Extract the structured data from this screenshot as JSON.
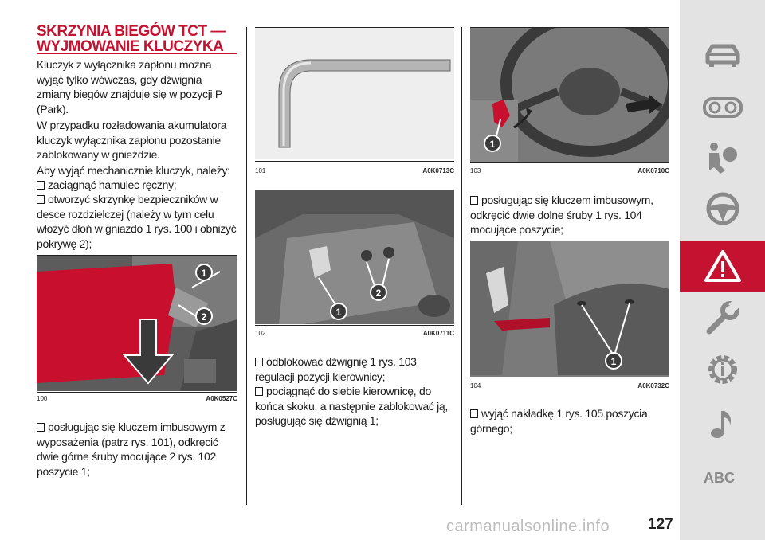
{
  "title": {
    "line1": "SKRZYNIA BIEGÓW TCT —",
    "line2": "WYJMOWANIE KLUCZYKA"
  },
  "col1": {
    "p1": "Kluczyk z wyłącznika zapłonu można wyjąć tylko wówczas, gdy dźwignia zmiany biegów znajduje się w pozycji P (Park).",
    "p2": "W przypadku rozładowania akumulatora kluczyk wyłącznika zapłonu pozostanie zablokowany w gnieździe.",
    "p3": "Aby wyjąć mechanicznie kluczyk, należy:",
    "b1": "zaciągnąć hamulec ręczny;",
    "b2": "otworzyć skrzynkę bezpieczników w desce rozdzielczej (należy w tym celu włożyć dłoń w gniazdo 1 rys. 100 i obniżyć pokrywę 2);",
    "b3": "posługując się kluczem imbusowym z wyposażenia (patrz rys. 101), odkręcić dwie górne śruby mocujące 2 rys. 102 poszycie 1;"
  },
  "col2": {
    "b1": "odblokować dźwignię 1 rys. 103 regulacji pozycji kierownicy;",
    "b2": "pociągnąć do siebie kierownicę, do końca skoku, a następnie zablokować ją, posługując się dźwignią 1;"
  },
  "col3": {
    "b1": "posługując się kluczem imbusowym, odkręcić dwie dolne śruby 1 rys. 104 mocujące poszycie;",
    "b2": "wyjąć nakładkę 1 rys. 105 poszycia górnego;"
  },
  "figures": {
    "f100": {
      "num": "100",
      "code": "A0K0527C",
      "callouts": [
        "1",
        "2"
      ]
    },
    "f101": {
      "num": "101",
      "code": "A0K0713C"
    },
    "f102": {
      "num": "102",
      "code": "A0K0711C",
      "callouts": [
        "1",
        "2"
      ]
    },
    "f103": {
      "num": "103",
      "code": "A0K0710C",
      "callouts": [
        "1"
      ]
    },
    "f104": {
      "num": "104",
      "code": "A0K0732C",
      "callouts": [
        "1"
      ]
    }
  },
  "sidebar": {
    "icons": [
      "car-icon",
      "dashboard-icon",
      "airbag-icon",
      "steering-wheel-icon",
      "warning-triangle-icon",
      "wrench-icon",
      "gear-info-icon",
      "music-note-icon"
    ],
    "active_index": 4,
    "abc_label": "ABC",
    "accent": "#c41230"
  },
  "page_number": "127",
  "watermark": "carmanualsonline.info"
}
